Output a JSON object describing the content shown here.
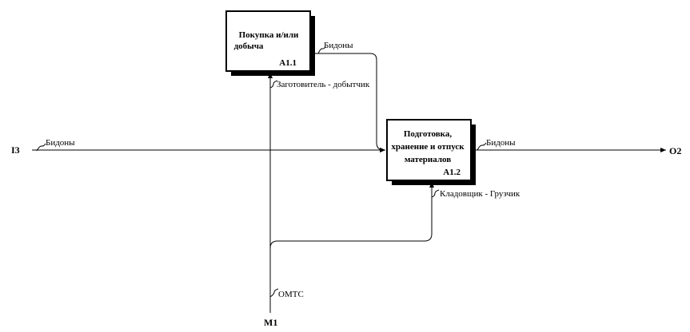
{
  "boxes": [
    {
      "title_lines": [
        "Покупка и/или",
        "добыча"
      ],
      "id": "A1.1"
    },
    {
      "title_lines": [
        "Подготовка,",
        "хранение и отпуск",
        "материалов"
      ],
      "id": "A1.2"
    }
  ],
  "arrows": {
    "input_i3": {
      "tunnel": "I3",
      "label": "Бидоны"
    },
    "output_o2": {
      "tunnel": "O2",
      "label": "Бидоны"
    },
    "a11_to_a12": {
      "label": "Бидоны"
    },
    "mechanism_m1": {
      "tunnel": "M1",
      "label": "ОМТС"
    },
    "mech_a11": {
      "label": "Заготовитель - добытчик"
    },
    "mech_a12": {
      "label": "Кладовщик - Грузчик"
    }
  }
}
